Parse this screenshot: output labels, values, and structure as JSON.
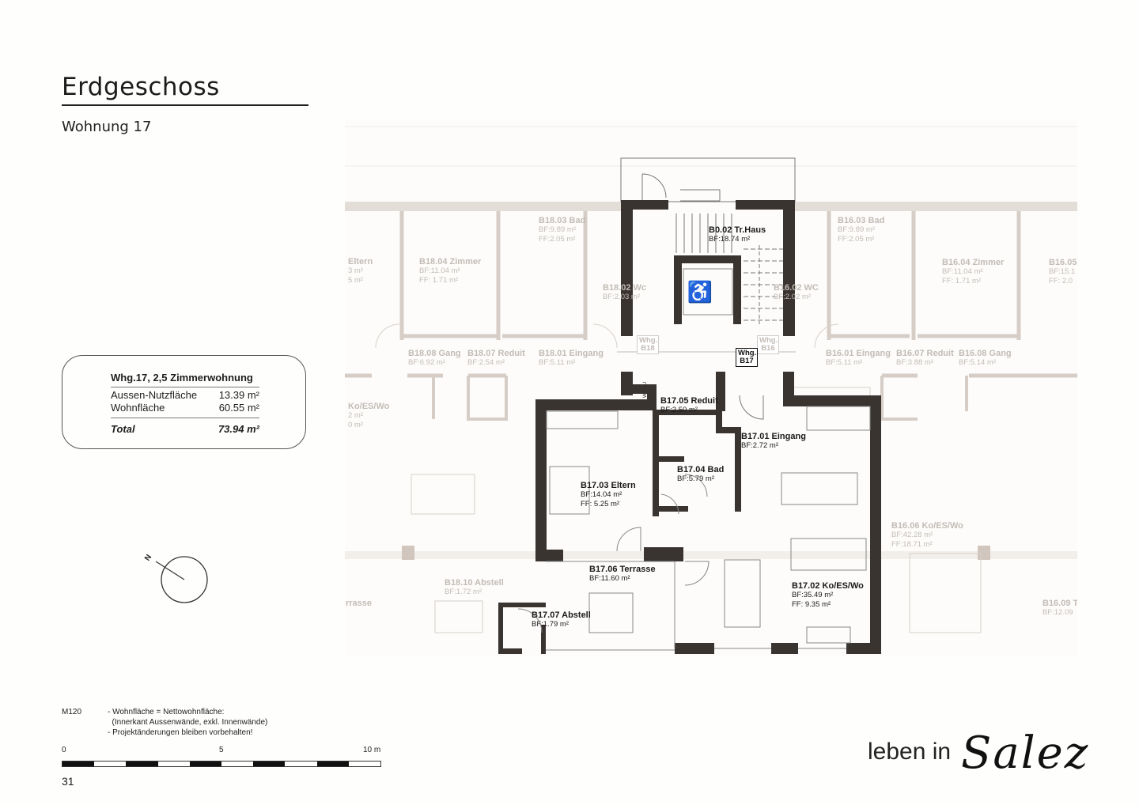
{
  "header": {
    "title": "Erdgeschoss",
    "subtitle": "Wohnung 17"
  },
  "summary": {
    "heading": "Whg.17, 2,5 Zimmerwohnung",
    "rows": [
      {
        "label": "Aussen-Nutzfläche",
        "value": "13.39 m²"
      },
      {
        "label": "Wohnfläche",
        "value": "60.55 m²"
      }
    ],
    "total": {
      "label": "Total",
      "value": "73.94 m²"
    }
  },
  "compass": {
    "label": "N"
  },
  "rooms_active": [
    {
      "name": "B0.02 Tr.Haus",
      "bf": "BF:18.74 m²",
      "ff": ""
    },
    {
      "name": "B17.05 Reduit",
      "bf": "BF:2.50 m²",
      "ff": ""
    },
    {
      "name": "B17.01 Eingang",
      "bf": "BF:2.72 m²",
      "ff": ""
    },
    {
      "name": "B17.04 Bad",
      "bf": "BF:5.79 m²",
      "ff": ""
    },
    {
      "name": "B17.03 Eltern",
      "bf": "BF:14.04 m²",
      "ff": "FF:  5.25 m²"
    },
    {
      "name": "B17.06 Terrasse",
      "bf": "BF:11.60 m²",
      "ff": ""
    },
    {
      "name": "B17.07 Abstell",
      "bf": "BF:1.79 m²",
      "ff": ""
    },
    {
      "name": "B17.02 Ko/ES/Wo",
      "bf": "BF:35.49 m²",
      "ff": "FF:  9.35 m²"
    }
  ],
  "rooms_neighbour": [
    {
      "name": "B18.03 Bad",
      "bf": "BF:9.89 m²",
      "ff": "FF:2.05 m²"
    },
    {
      "name": "Eltern",
      "bf": "3 m²",
      "ff": "5 m²"
    },
    {
      "name": "B18.04 Zimmer",
      "bf": "BF:11.04 m²",
      "ff": "FF:  1.71 m²"
    },
    {
      "name": "B18.02 Wc",
      "bf": "BF:2.03 m²",
      "ff": ""
    },
    {
      "name": "B16.02 WC",
      "bf": "BF:2.02 m²",
      "ff": ""
    },
    {
      "name": "B16.03 Bad",
      "bf": "BF:9.89 m²",
      "ff": "FF:2.05 m²"
    },
    {
      "name": "B16.04 Zimmer",
      "bf": "BF:11.04 m²",
      "ff": "FF:  1.71 m²"
    },
    {
      "name": "B16.05",
      "bf": "BF:15.1",
      "ff": "FF:  2.0"
    },
    {
      "name": "B18.08 Gang",
      "bf": "BF:6.92 m²",
      "ff": ""
    },
    {
      "name": "B18.07 Reduit",
      "bf": "BF:2.54 m²",
      "ff": ""
    },
    {
      "name": "B18.01 Eingang",
      "bf": "BF:5.11 m²",
      "ff": ""
    },
    {
      "name": "B16.01 Eingang",
      "bf": "BF:5.11 m²",
      "ff": ""
    },
    {
      "name": "B16.07 Reduit",
      "bf": "BF:3.88 m²",
      "ff": ""
    },
    {
      "name": "B16.08 Gang",
      "bf": "BF:5.14 m²",
      "ff": ""
    },
    {
      "name": "Ko/ES/Wo",
      "bf": "2 m²",
      "ff": "0 m²"
    },
    {
      "name": "B16.06 Ko/ES/Wo",
      "bf": "BF:42.28 m²",
      "ff": "FF:18.71 m²"
    },
    {
      "name": "B18.10 Abstell",
      "bf": "BF:1.72 m²",
      "ff": ""
    },
    {
      "name": "rrasse",
      "bf": "",
      "ff": ""
    },
    {
      "name": "B16.09 T",
      "bf": "BF:12.09",
      "ff": ""
    }
  ],
  "apartment_tags": {
    "b18": "Whg. B18",
    "b16": "Whg. B16",
    "b17": "Whg. B17"
  },
  "fixture_label": "WM/TU",
  "notes": {
    "scale": "M120",
    "lines": [
      "- Wohnfläche = Nettowohnfläche:",
      "  (Innerkant Aussenwände, exkl. Innenwände)",
      "- Projektänderungen bleiben vorbehalten!"
    ]
  },
  "scalebar": {
    "ticks": [
      "0",
      "5",
      "10 m"
    ]
  },
  "page_number": "31",
  "logo": {
    "text": "leben in",
    "script": "Salez"
  },
  "colors": {
    "wall": "#3a3431",
    "neighbour": "#c9c0b8",
    "text": "#1e1e1e"
  }
}
